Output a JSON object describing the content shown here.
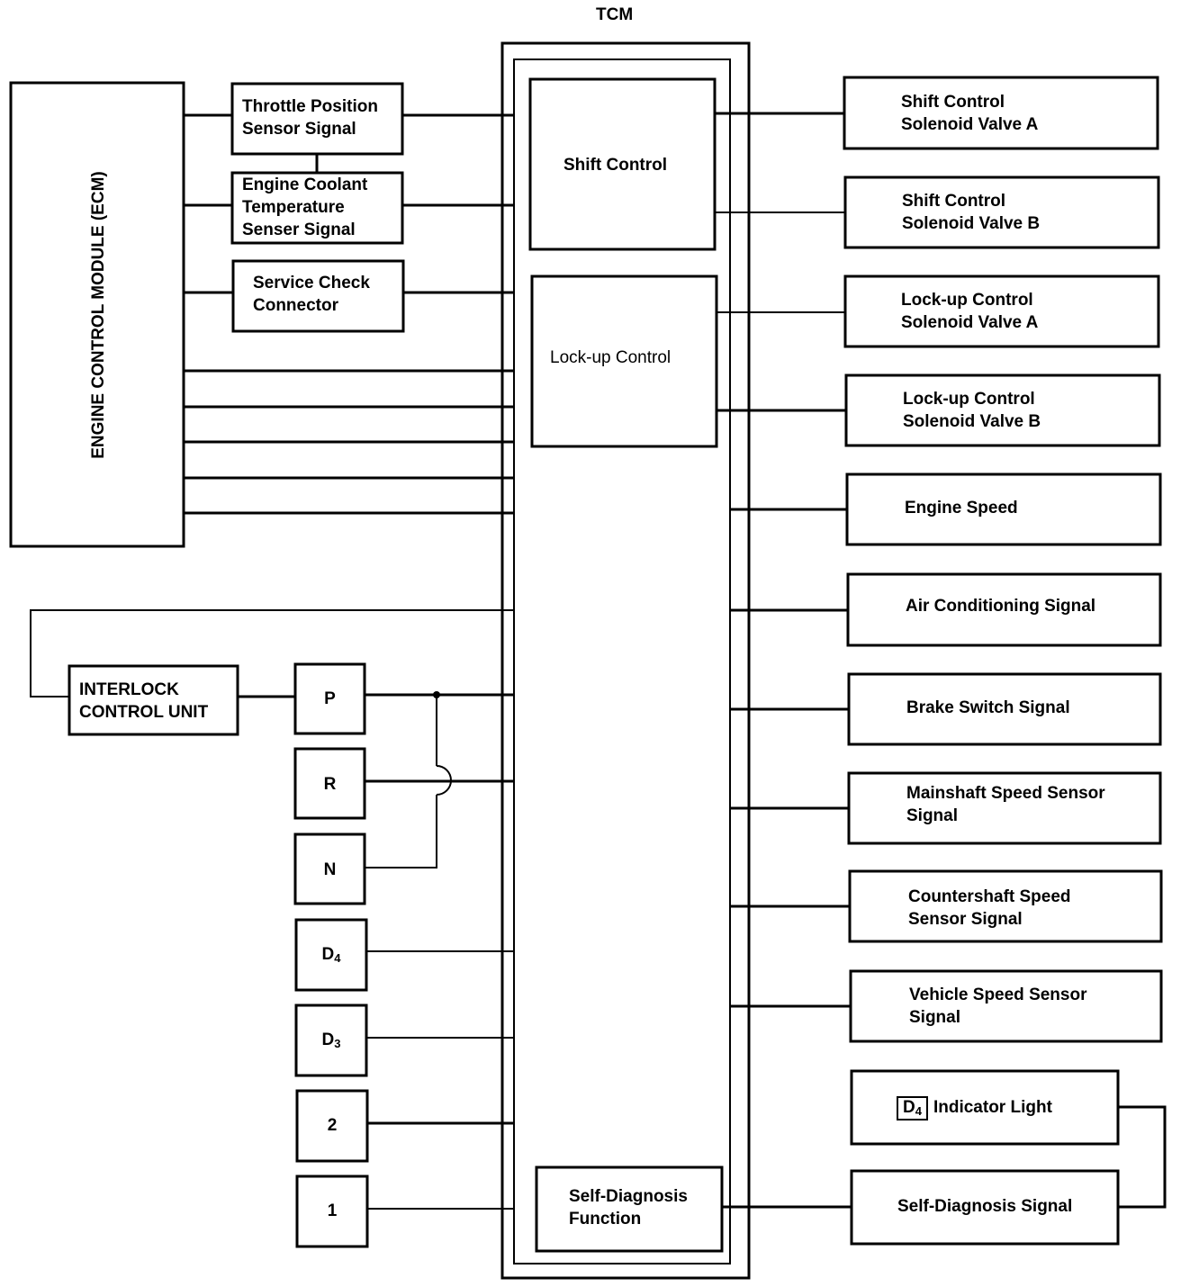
{
  "tcm_title": "TCM",
  "ecm": {
    "label": "ENGINE CONTROL MODULE (ECM)"
  },
  "ecm_inputs": [
    [
      "Throttle Position",
      "Sensor Signal"
    ],
    [
      "Engine Coolant",
      "Temperature",
      "Senser Signal"
    ],
    [
      "Service Check",
      "Connector"
    ]
  ],
  "tcm_blocks": {
    "shift_control": "Shift Control",
    "lockup_control": "Lock-up Control",
    "self_diagnosis": [
      "Self-Diagnosis",
      "Function"
    ]
  },
  "interlock": [
    "INTERLOCK",
    "CONTROL UNIT"
  ],
  "gear_positions": [
    "P",
    "R",
    "N",
    "D4",
    "D3",
    "2",
    "1"
  ],
  "outputs": [
    [
      "Shift Control",
      "Solenoid Valve A"
    ],
    [
      "Shift Control",
      "Solenoid Valve B"
    ],
    [
      "Lock-up Control",
      "Solenoid Valve A"
    ],
    [
      "Lock-up Control",
      "Solenoid Valve B"
    ],
    [
      "Engine Speed"
    ],
    [
      "Air Conditioning Signal"
    ],
    [
      "Brake Switch Signal"
    ],
    [
      "Mainshaft Speed Sensor",
      "Signal"
    ],
    [
      "Countershaft Speed",
      "Sensor Signal"
    ],
    [
      "Vehicle Speed Sensor",
      "Signal"
    ],
    [
      "Indicator Light"
    ],
    [
      "Self-Diagnosis Signal"
    ]
  ],
  "indicator_badge": "D4"
}
